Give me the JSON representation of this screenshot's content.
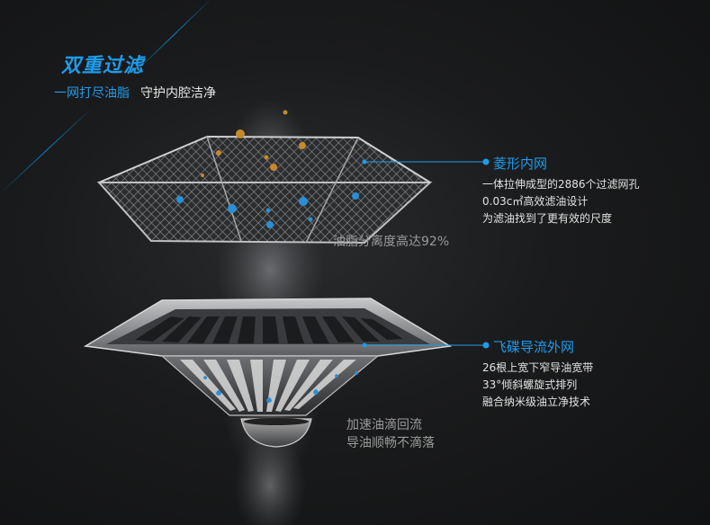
{
  "headline": {
    "title": "双重过滤",
    "subtitle_blue": "一网打尽油脂",
    "subtitle_white": "守护内腔洁净"
  },
  "upper_filter": {
    "name": "菱形内网",
    "lines": [
      "一体拉伸成型的2886个过滤网孔",
      "0.03c㎡高效滤油设计",
      "为滤油找到了更有效的尺度"
    ],
    "note": "油脂分离度高达92%"
  },
  "lower_filter": {
    "name": "飞碟导流外网",
    "lines": [
      "26根上宽下窄导油宽带",
      "33°倾斜螺旋式排列",
      "融合纳米级油立净技术"
    ],
    "note_lines": [
      "加速油滴回流",
      "导油顺畅不滴落"
    ]
  },
  "colors": {
    "accent": "#1f9bea",
    "background": "#161718",
    "text": "#e2e2e2",
    "muted": "#9a9a9a"
  }
}
